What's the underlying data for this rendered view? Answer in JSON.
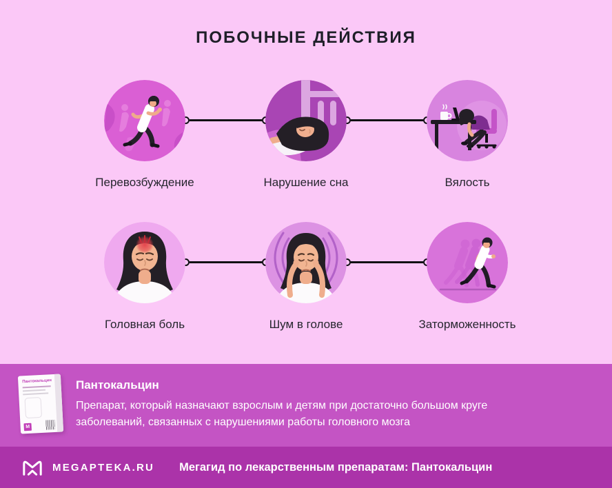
{
  "title": "ПОБОЧНЫЕ ДЕЙСТВИЯ",
  "effects": [
    {
      "label": "Перевозбуждение",
      "icon": "running-overexcited-person"
    },
    {
      "label": "Нарушение сна",
      "icon": "woman-sleeping-in-bed"
    },
    {
      "label": "Вялость",
      "icon": "tired-woman-slumped-at-desk"
    },
    {
      "label": "Головная боль",
      "icon": "woman-with-forehead-pain"
    },
    {
      "label": "Шум в голове",
      "icon": "woman-holding-temples-sound-waves"
    },
    {
      "label": "Заторможенность",
      "icon": "man-walking-slowly-motion-trail"
    }
  ],
  "product": {
    "name": "Пантокальцин",
    "description": "Препарат, который назначают взрослым и детям при достаточно большом круге\nзаболеваний, связанных с нарушениями работы головного мозга",
    "box_label": "Пантокальцин",
    "box_logo_letter": "M"
  },
  "footer": {
    "brand": "MEGAPTEKA.RU",
    "tagline": "Мегагид по лекарственным препаратам: Пантокальцин"
  },
  "colors": {
    "background": "#FBC8F7",
    "band": "#C454C4",
    "footer": "#AB33A9",
    "title_text": "#1F1F29",
    "connector": "#101014",
    "white_text": "#FFFFFF",
    "brand_magenta": "#C13FB8"
  }
}
